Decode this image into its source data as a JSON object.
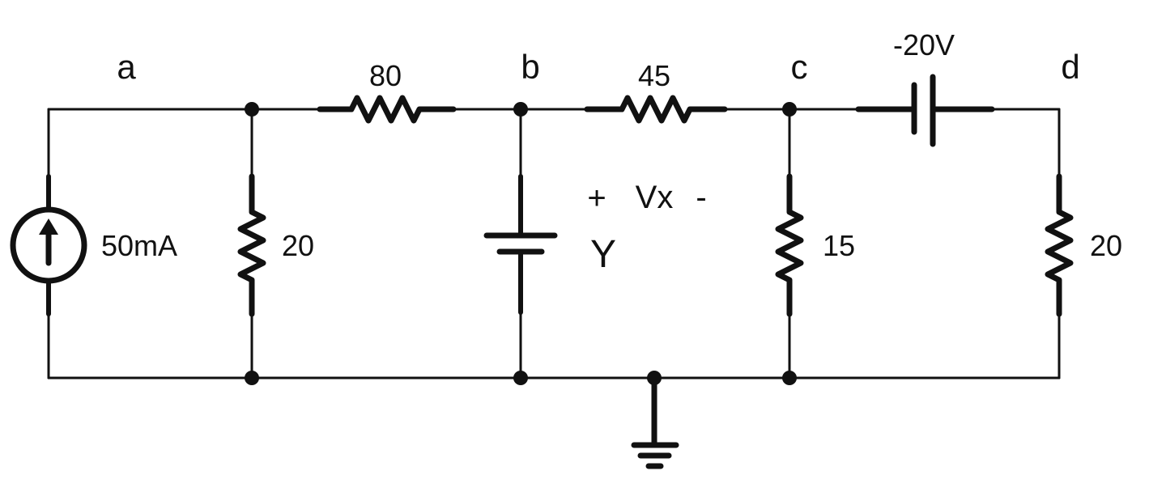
{
  "nodes": {
    "a": "a",
    "b": "b",
    "c": "c",
    "d": "d"
  },
  "components": {
    "current_source": {
      "label": "50mA",
      "direction": "up"
    },
    "r_shunt_a": {
      "label": "20"
    },
    "r_series_ab": {
      "label": "80"
    },
    "voltage_source_b": {
      "label": "Y"
    },
    "r_series_bc": {
      "label": "45"
    },
    "r_shunt_c": {
      "label": "15"
    },
    "voltage_source_cd": {
      "label": "-20V"
    },
    "r_shunt_d": {
      "label": "20"
    }
  },
  "vx": {
    "plus": "+",
    "label": "Vx",
    "minus": "-"
  },
  "ground": {
    "icon": "ground-icon"
  }
}
